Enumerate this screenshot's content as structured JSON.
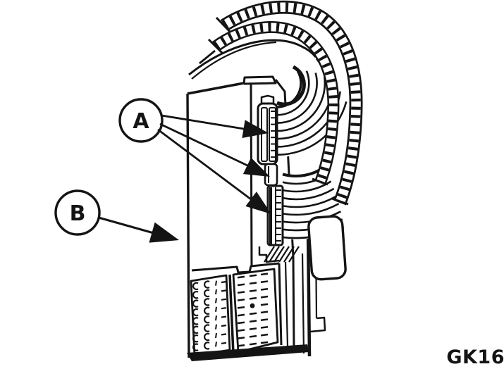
{
  "figure": {
    "kind": "technical-line-diagram",
    "callouts": [
      {
        "label": "A",
        "arrow_count": 3
      },
      {
        "label": "B",
        "arrow_count": 1
      }
    ],
    "figure_code": "GK16",
    "colors": {
      "ink": "#141414",
      "background": "#ffffff"
    }
  }
}
